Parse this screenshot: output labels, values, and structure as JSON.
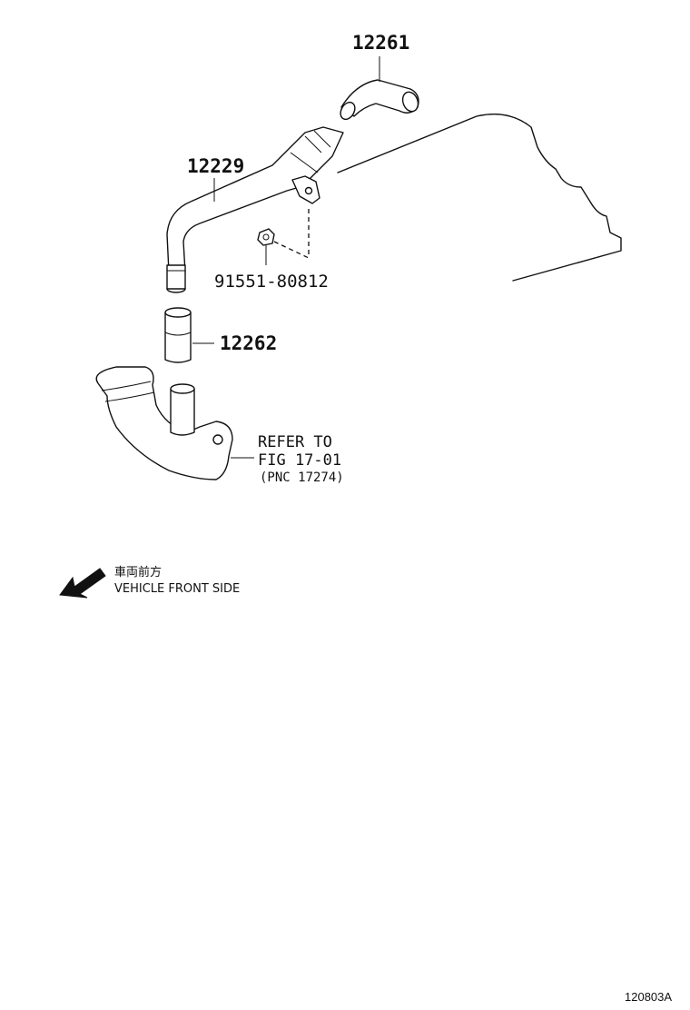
{
  "parts": {
    "hose_top": "12261",
    "pipe": "12229",
    "bolt": "91551-80812",
    "hose_lower": "12262"
  },
  "reference": {
    "line1": "REFER TO",
    "line2": "FIG 17-01",
    "line3": "(PNC 17274)"
  },
  "direction": {
    "japanese": "車両前方",
    "english": "VEHICLE FRONT SIDE"
  },
  "illustration_code": "120803A"
}
